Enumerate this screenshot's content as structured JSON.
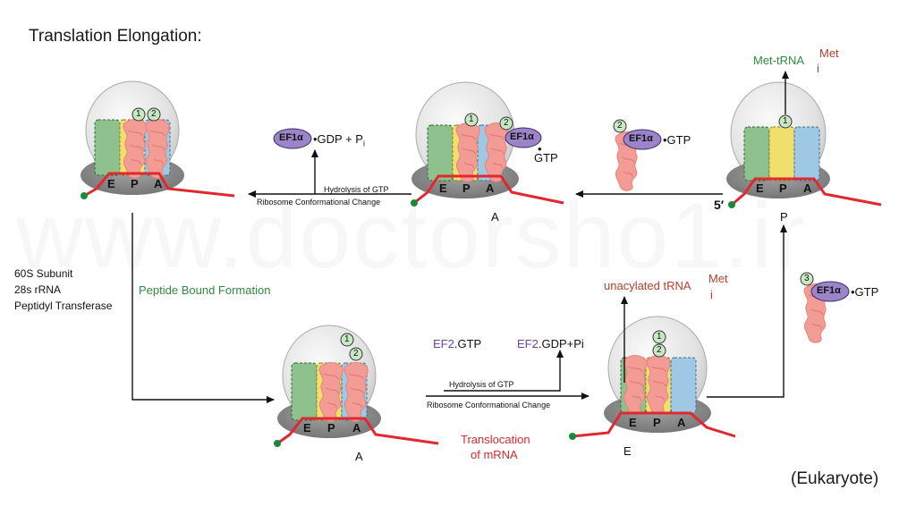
{
  "title": "Translation Elongation:",
  "footer": "(Eukaryote)",
  "watermark": "www.doctorsho1.ir",
  "site_labels": {
    "e": "E",
    "p": "P",
    "a": "A"
  },
  "badges": {
    "one": "1",
    "two": "2",
    "three": "3"
  },
  "ef1": "EF1α",
  "labels": {
    "ef1_gdp_pi": "•GDP + P",
    "pi_sub": "i",
    "gtp": "•GTP",
    "gtp_dot": "•",
    "gtp_below": "GTP",
    "hydrolysis_gtp": "Hydrolysis of GTP",
    "ribosome_change": "Ribosome Conformational Change",
    "met_trna": "Met-tRNA",
    "met_sup": "Met",
    "met_sub": "i",
    "unacylated_trna": "unacylated tRNA",
    "five_prime": "5′",
    "label_A1": "A",
    "label_P": "P",
    "label_A2": "A",
    "label_E": "E",
    "subunit_60s": "60S Subunit",
    "rrna_28s": "28s rRNA",
    "peptidyl_transferase": "Peptidyl Transferase",
    "peptide_bond": "Peptide Bound Formation",
    "ef2_gtp_prefix": "EF2",
    "ef2_gtp_suffix": ".GTP",
    "ef2_gdp_prefix": "EF2",
    "ef2_gdp_suffix": ".GDP+Pi",
    "translocation_1": "Translocation",
    "translocation_2": "of mRNA"
  },
  "colors": {
    "ribosome_body": "#e6e6e6",
    "ribosome_base": "#8c8c8c",
    "mrna": "#e0282e",
    "site_e": "#8fc18f",
    "site_p": "#f1df6d",
    "site_a": "#9ec8e4",
    "trna": "#f29c95",
    "ef1_oval": "#9b84c8",
    "badge": "#c7e8c3",
    "arrow": "#111111"
  }
}
